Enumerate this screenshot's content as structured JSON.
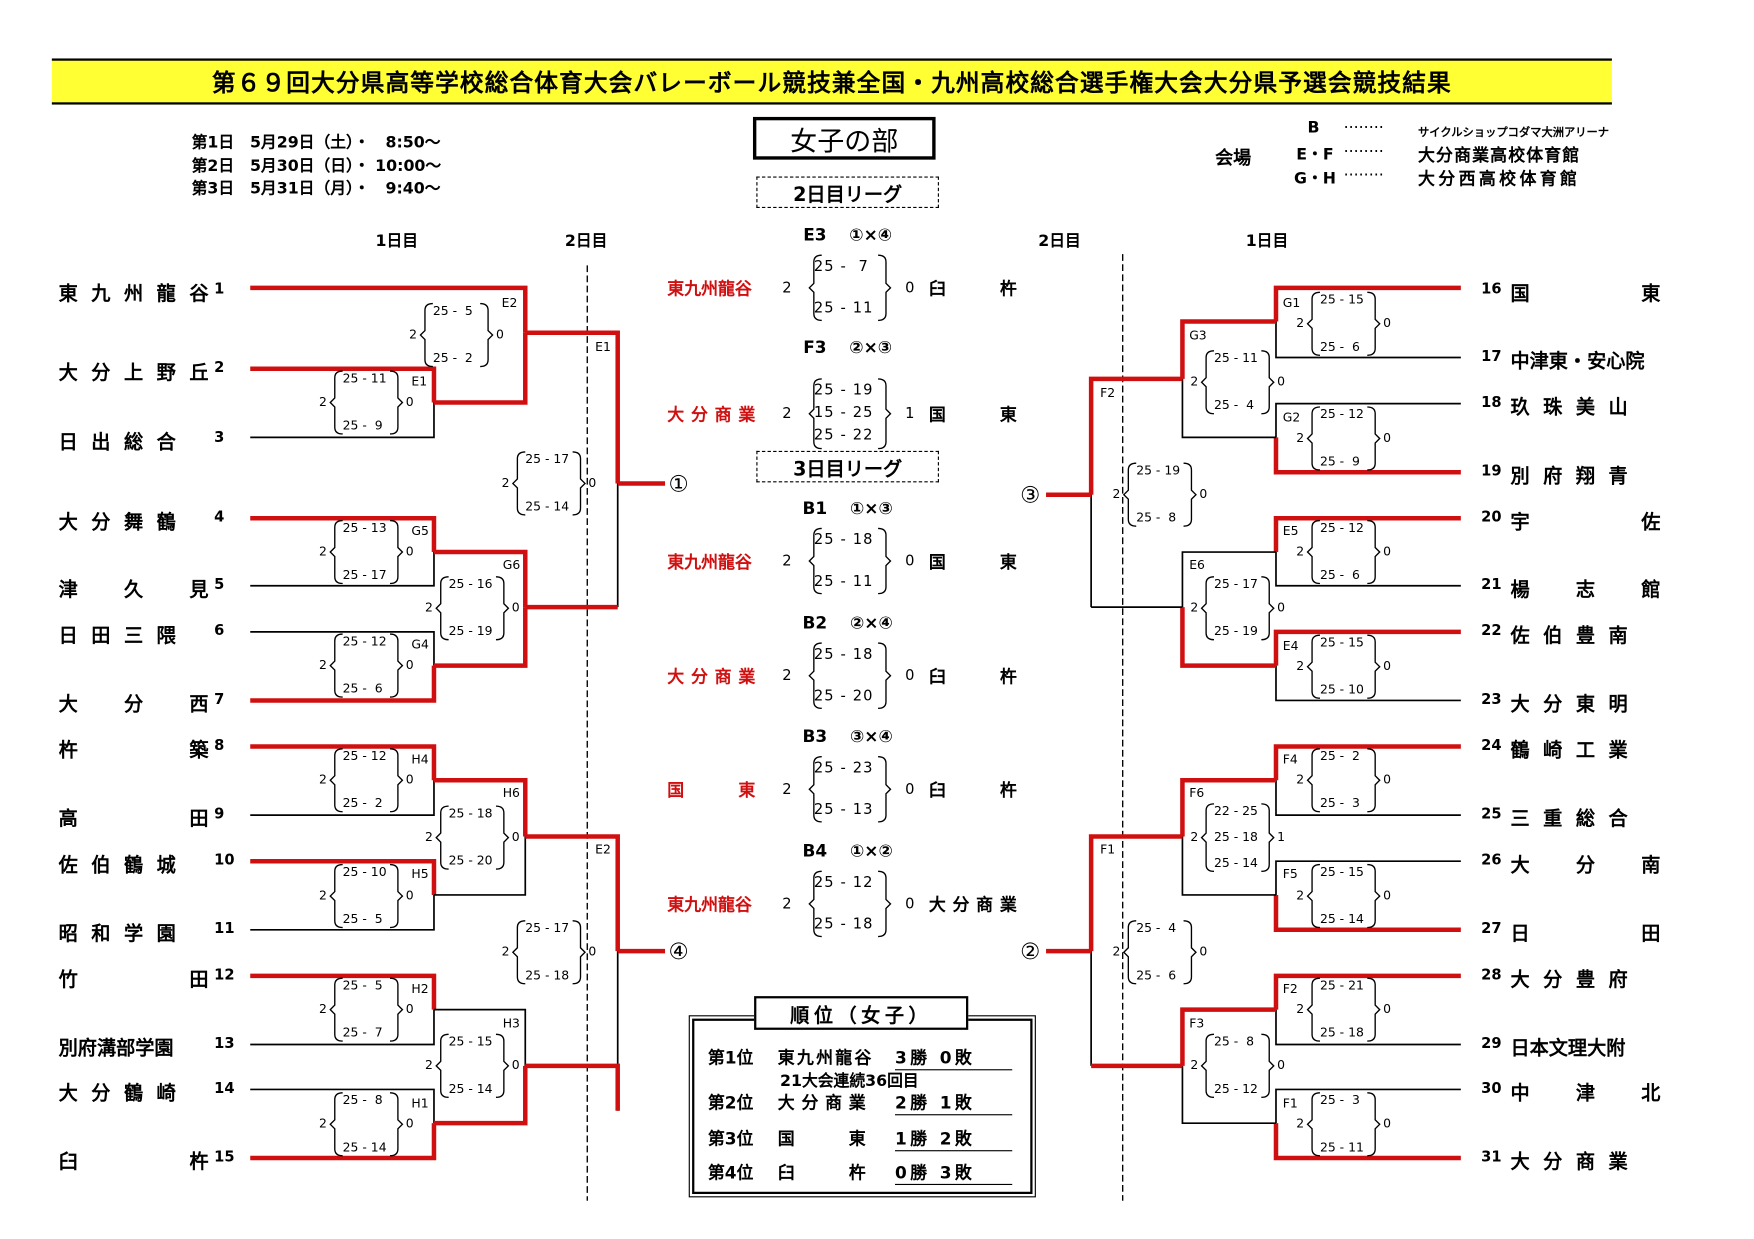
{
  "title": "第６９回大分県高等学校総合体育大会バレーボール競技兼全国・九州高校総合選手権大会大分県予選会競技結果",
  "schedule": [
    "第1日　5月29日（土）・　8:50～",
    "第2日　5月30日（日）・ 10:00～",
    "第3日　5月31日（月）・　9:40～"
  ],
  "division": "女子の部",
  "venue": {
    "label": "会場",
    "lines": [
      {
        "codes": "B",
        "name": "サイクルショップコダマ大洲アリーナ"
      },
      {
        "codes": "E・F",
        "name": "大分商業高校体育館"
      },
      {
        "codes": "G・H",
        "name": "大分西高校体育館"
      }
    ]
  },
  "day_headers": {
    "day1": "1日目",
    "day2": "2日目"
  },
  "teams_left": [
    {
      "num": "1",
      "name": "東九州龍谷"
    },
    {
      "num": "2",
      "name": "大分上野丘"
    },
    {
      "num": "3",
      "name": "日出総合"
    },
    {
      "num": "4",
      "name": "大分舞鶴"
    },
    {
      "num": "5",
      "name": "津　久　見"
    },
    {
      "num": "6",
      "name": "日田三隈"
    },
    {
      "num": "7",
      "name": "大　分　西"
    },
    {
      "num": "8",
      "name": "杵　　　築"
    },
    {
      "num": "9",
      "name": "高　　　田"
    },
    {
      "num": "10",
      "name": "佐伯鶴城"
    },
    {
      "num": "11",
      "name": "昭和学園"
    },
    {
      "num": "12",
      "name": "竹　　　田"
    },
    {
      "num": "13",
      "name": "別府溝部学園"
    },
    {
      "num": "14",
      "name": "大分鶴崎"
    },
    {
      "num": "15",
      "name": "臼　　　杵"
    }
  ],
  "teams_right": [
    {
      "num": "16",
      "name": "国　　　東"
    },
    {
      "num": "17",
      "name": "中津東・安心院"
    },
    {
      "num": "18",
      "name": "玖珠美山"
    },
    {
      "num": "19",
      "name": "別府翔青"
    },
    {
      "num": "20",
      "name": "宇　　　佐"
    },
    {
      "num": "21",
      "name": "楊　志　館"
    },
    {
      "num": "22",
      "name": "佐伯豊南"
    },
    {
      "num": "23",
      "name": "大分東明"
    },
    {
      "num": "24",
      "name": "鶴崎工業"
    },
    {
      "num": "25",
      "name": "三重総合"
    },
    {
      "num": "26",
      "name": "大　分　南"
    },
    {
      "num": "27",
      "name": "日　　　田"
    },
    {
      "num": "28",
      "name": "大分豊府"
    },
    {
      "num": "29",
      "name": "日本文理大附"
    },
    {
      "num": "30",
      "name": "中　津　北"
    },
    {
      "num": "31",
      "name": "大分商業"
    }
  ],
  "matches": [
    {
      "code": "E2",
      "score_top": "25 -  5",
      "score_bottom": "25 -  2",
      "sets_w": "2",
      "sets_l": "0"
    },
    {
      "code": "E1",
      "score_top": "25 - 11",
      "score_bottom": "25 -  9",
      "sets_w": "2",
      "sets_l": "0"
    },
    {
      "code": "E1",
      "score_top": "25 - 17",
      "score_bottom": "25 - 14",
      "sets_w": "2",
      "sets_l": "0"
    },
    {
      "code": "G5",
      "score_top": "25 - 13",
      "score_bottom": "25 - 17",
      "sets_w": "2",
      "sets_l": "0"
    },
    {
      "code": "G6",
      "score_top": "25 - 16",
      "score_bottom": "25 - 19",
      "sets_w": "2",
      "sets_l": "0"
    },
    {
      "code": "G4",
      "score_top": "25 - 12",
      "score_bottom": "25 -  6",
      "sets_w": "2",
      "sets_l": "0"
    },
    {
      "code": "H4",
      "score_top": "25 - 12",
      "score_bottom": "25 -  2",
      "sets_w": "2",
      "sets_l": "0"
    },
    {
      "code": "H6",
      "score_top": "25 - 18",
      "score_bottom": "25 - 20",
      "sets_w": "2",
      "sets_l": "0"
    },
    {
      "code": "H5",
      "score_top": "25 - 10",
      "score_bottom": "25 -  5",
      "sets_w": "2",
      "sets_l": "0"
    },
    {
      "code": "E2",
      "score_top": "25 - 17",
      "score_bottom": "25 - 18",
      "sets_w": "2",
      "sets_l": "0"
    },
    {
      "code": "H2",
      "score_top": "25 -  5",
      "score_bottom": "25 -  7",
      "sets_w": "2",
      "sets_l": "0"
    },
    {
      "code": "H3",
      "score_top": "25 - 15",
      "score_bottom": "25 - 14",
      "sets_w": "2",
      "sets_l": "0"
    },
    {
      "code": "H1",
      "score_top": "25 -  8",
      "score_bottom": "25 - 14",
      "sets_w": "2",
      "sets_l": "0"
    },
    {
      "code": "G1",
      "score_top": "25 - 15",
      "score_bottom": "25 -  6",
      "sets_w": "2",
      "sets_l": "0"
    },
    {
      "code": "G3",
      "score_top": "25 - 11",
      "score_bottom": "25 -  4",
      "sets_w": "2",
      "sets_l": "0"
    },
    {
      "code": "G2",
      "score_top": "25 - 12",
      "score_bottom": "25 -  9",
      "sets_w": "2",
      "sets_l": "0"
    },
    {
      "code": "F2",
      "score_top": "25 - 19",
      "score_bottom": "25 -  8",
      "sets_w": "2",
      "sets_l": "0"
    },
    {
      "code": "E5",
      "score_top": "25 - 12",
      "score_bottom": "25 -  6",
      "sets_w": "2",
      "sets_l": "0"
    },
    {
      "code": "E6",
      "score_top": "25 - 17",
      "score_bottom": "25 - 19",
      "sets_w": "2",
      "sets_l": "0"
    },
    {
      "code": "E4",
      "score_top": "25 - 15",
      "score_bottom": "25 - 10",
      "sets_w": "2",
      "sets_l": "0"
    },
    {
      "code": "F4",
      "score_top": "25 -  2",
      "score_bottom": "25 -  3",
      "sets_w": "2",
      "sets_l": "0"
    },
    {
      "code": "F6",
      "score_top": "22 - 25",
      "score_mid": "25 - 18",
      "score_bottom": "25 - 14",
      "sets_w": "2",
      "sets_l": "1"
    },
    {
      "code": "F5",
      "score_top": "25 - 15",
      "score_bottom": "25 - 14",
      "sets_w": "2",
      "sets_l": "0"
    },
    {
      "code": "F1",
      "score_top": "25 -  4",
      "score_bottom": "25 -  6",
      "sets_w": "2",
      "sets_l": "0"
    },
    {
      "code": "F2",
      "score_top": "25 - 21",
      "score_bottom": "25 - 18",
      "sets_w": "2",
      "sets_l": "0"
    },
    {
      "code": "F3",
      "score_top": "25 -  8",
      "score_bottom": "25 - 12",
      "sets_w": "2",
      "sets_l": "0"
    },
    {
      "code": "F1",
      "score_top": "25 -  3",
      "score_bottom": "25 - 11",
      "sets_w": "2",
      "sets_l": "0"
    }
  ],
  "seeds": {
    "left_top": "①",
    "left_bottom": "④",
    "right_top": "③",
    "right_bottom": "②"
  },
  "league_day2": {
    "title": "2日目リーグ",
    "games": [
      {
        "label": "E3　 ①×④",
        "home": "東九州龍谷",
        "sets_home": "2",
        "scores": [
          "25 -  7",
          "25 - 11"
        ],
        "sets_away": "0",
        "away": "臼　　杵"
      },
      {
        "label": "F3　 ②×③",
        "home": "大分商業",
        "sets_home": "2",
        "scores": [
          "25 - 19",
          "15 - 25",
          "25 - 22"
        ],
        "sets_away": "1",
        "away": "国　　東"
      }
    ]
  },
  "league_day3": {
    "title": "3日目リーグ",
    "games": [
      {
        "label": "B1　 ①×③",
        "home": "東九州龍谷",
        "sets_home": "2",
        "scores": [
          "25 - 18",
          "25 - 11"
        ],
        "sets_away": "0",
        "away": "国　　東"
      },
      {
        "label": "B2　 ②×④",
        "home": "大分商業",
        "sets_home": "2",
        "scores": [
          "25 - 18",
          "25 - 20"
        ],
        "sets_away": "0",
        "away": "臼　　杵"
      },
      {
        "label": "B3　 ③×④",
        "home": "国　　東",
        "sets_home": "2",
        "scores": [
          "25 - 23",
          "25 - 13"
        ],
        "sets_away": "0",
        "away": "臼　　杵"
      },
      {
        "label": "B4　 ①×②",
        "home": "東九州龍谷",
        "sets_home": "2",
        "scores": [
          "25 - 12",
          "25 - 18"
        ],
        "sets_away": "0",
        "away": "大分商業"
      }
    ]
  },
  "standings": {
    "title": "順位（女子）",
    "rows": [
      {
        "rank": "第1位",
        "team": "東九州龍谷",
        "record": "3勝 0敗"
      },
      {
        "rank": "第2位",
        "team": "大分商業",
        "record": "2勝 1敗"
      },
      {
        "rank": "第3位",
        "team": "国　　東",
        "record": "1勝 2敗"
      },
      {
        "rank": "第4位",
        "team": "臼　　杵",
        "record": "0勝 3敗"
      }
    ],
    "note": "21大会連続36回目"
  },
  "colors": {
    "winner_line": "#d01010",
    "title_bg": "#ffff33"
  }
}
